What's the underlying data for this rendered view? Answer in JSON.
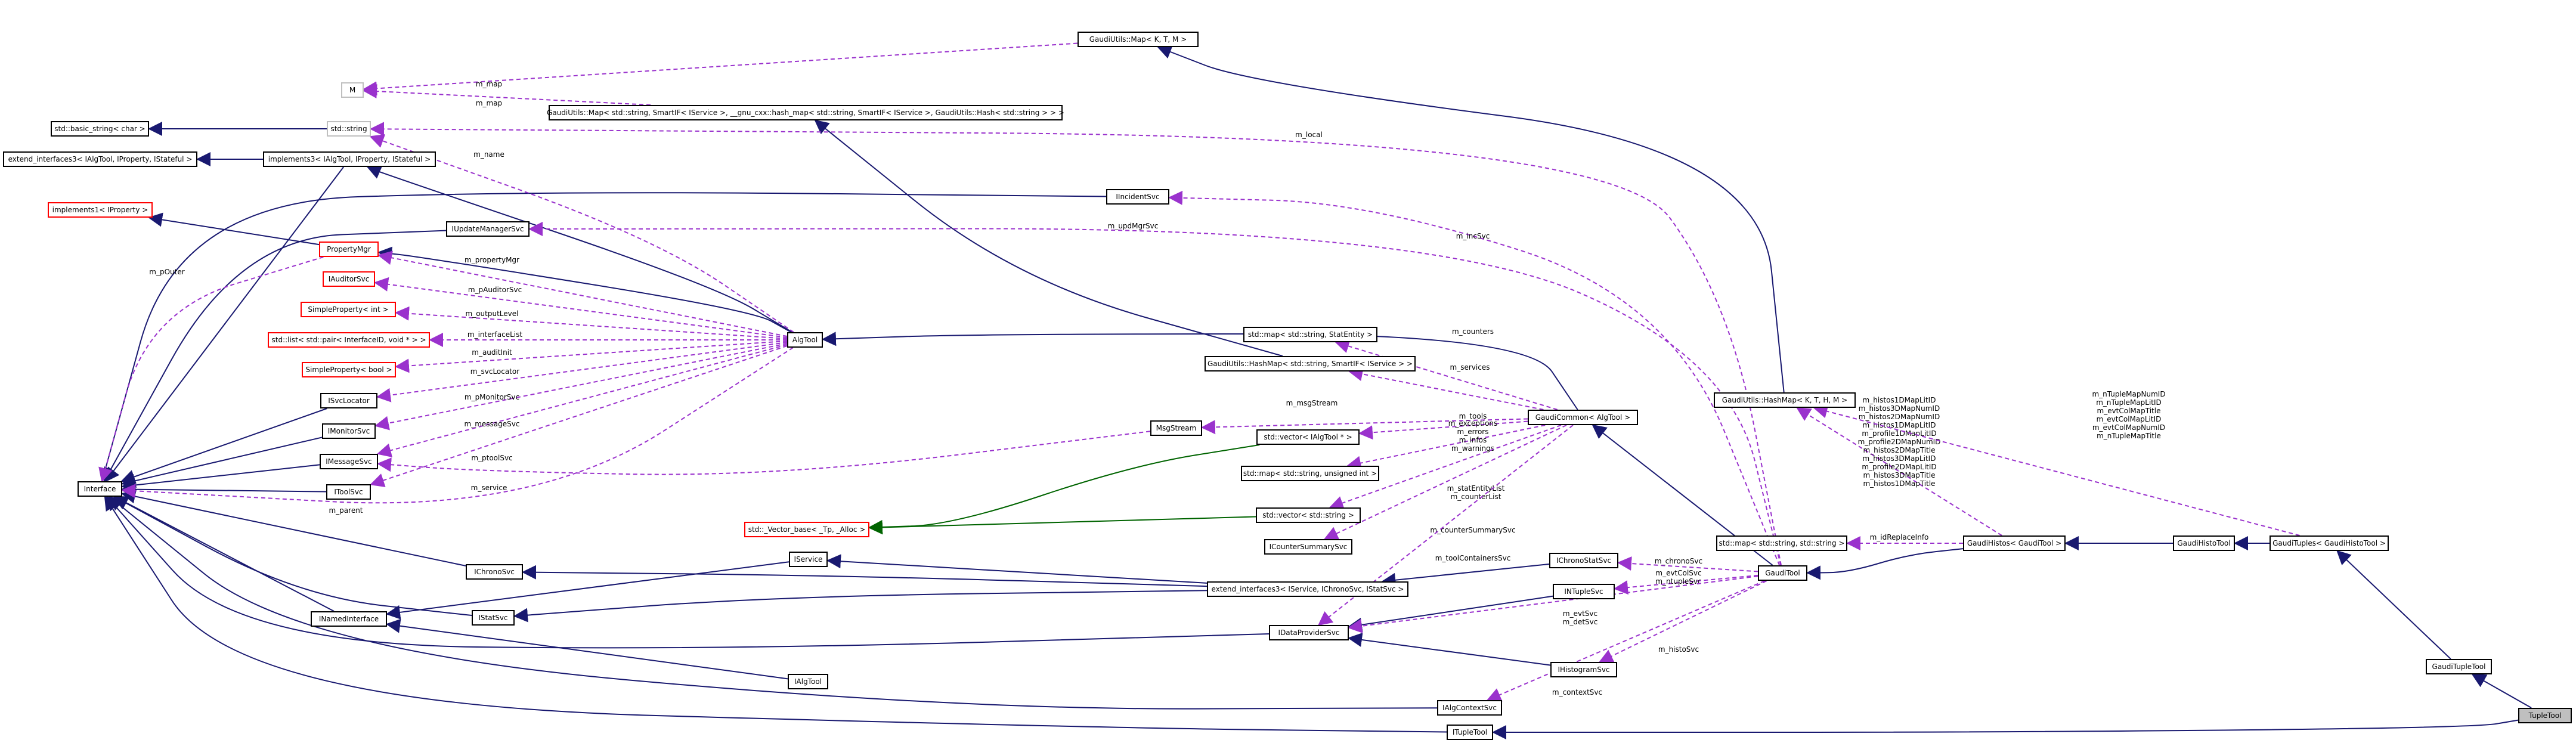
{
  "nodes": [
    {
      "id": "M",
      "label": "M",
      "style": "gray"
    },
    {
      "id": "map_generic",
      "label": "GaudiUtils::Map< K, T, M >",
      "style": "plain"
    },
    {
      "id": "map_concrete",
      "label": "GaudiUtils::Map< std::string, SmartIF< IService >, __gnu_cxx::hash_map< std::string, SmartIF< IService >, GaudiUtils::Hash< std::string > > >",
      "style": "plain"
    },
    {
      "id": "basic_string",
      "label": "std::basic_string< char >",
      "style": "plain"
    },
    {
      "id": "std_string",
      "label": "std::string",
      "style": "gray"
    },
    {
      "id": "ext_ifaces3_ialgtool",
      "label": "extend_interfaces3< IAlgTool, IProperty, IStateful >",
      "style": "plain"
    },
    {
      "id": "impl3_ialgtool",
      "label": "implements3< IAlgTool, IProperty, IStateful >",
      "style": "plain"
    },
    {
      "id": "impl1_iproperty",
      "label": "implements1< IProperty >",
      "style": "red"
    },
    {
      "id": "property_mgr",
      "label": "PropertyMgr",
      "style": "red"
    },
    {
      "id": "iupdate_mgr_svc",
      "label": "IUpdateManagerSvc",
      "style": "plain"
    },
    {
      "id": "iincident_svc",
      "label": "IIncidentSvc",
      "style": "plain"
    },
    {
      "id": "iauditor_svc",
      "label": "IAuditorSvc",
      "style": "red"
    },
    {
      "id": "simple_prop_int",
      "label": "SimpleProperty< int >",
      "style": "red"
    },
    {
      "id": "std_list_pair",
      "label": "std::list< std::pair< InterfaceID, void * > >",
      "style": "red"
    },
    {
      "id": "simple_prop_bool",
      "label": "SimpleProperty< bool >",
      "style": "red"
    },
    {
      "id": "isvc_locator",
      "label": "ISvcLocator",
      "style": "plain"
    },
    {
      "id": "imonitor_svc",
      "label": "IMonitorSvc",
      "style": "plain"
    },
    {
      "id": "imessage_svc",
      "label": "IMessageSvc",
      "style": "plain"
    },
    {
      "id": "itool_svc",
      "label": "IToolSvc",
      "style": "plain"
    },
    {
      "id": "interface",
      "label": "Interface",
      "style": "plain"
    },
    {
      "id": "algtool",
      "label": "AlgTool",
      "style": "plain"
    },
    {
      "id": "std_map_statentity",
      "label": "std::map< std::string, StatEntity >",
      "style": "plain"
    },
    {
      "id": "hashmap_smartif",
      "label": "GaudiUtils::HashMap< std::string, SmartIF< IService > >",
      "style": "plain"
    },
    {
      "id": "msgstream",
      "label": "MsgStream",
      "style": "plain"
    },
    {
      "id": "std_vector_ialgtool",
      "label": "std::vector< IAlgTool * >",
      "style": "plain"
    },
    {
      "id": "gaudi_common",
      "label": "GaudiCommon< AlgTool >",
      "style": "plain"
    },
    {
      "id": "std_map_uint",
      "label": "std::map< std::string, unsigned int >",
      "style": "plain"
    },
    {
      "id": "std_vector_base",
      "label": "std::_Vector_base< _Tp, _Alloc >",
      "style": "red"
    },
    {
      "id": "std_vector_string",
      "label": "std::vector< std::string >",
      "style": "plain"
    },
    {
      "id": "icounter_summary_svc",
      "label": "ICounterSummarySvc",
      "style": "plain"
    },
    {
      "id": "iservice",
      "label": "IService",
      "style": "plain"
    },
    {
      "id": "ichrono_svc",
      "label": "IChronoSvc",
      "style": "plain"
    },
    {
      "id": "ext_ifaces3_iservice",
      "label": "extend_interfaces3< IService, IChronoSvc, IStatSvc >",
      "style": "plain"
    },
    {
      "id": "ichrono_stat_svc",
      "label": "IChronoStatSvc",
      "style": "plain"
    },
    {
      "id": "inamed_interface",
      "label": "INamedInterface",
      "style": "plain"
    },
    {
      "id": "istat_svc",
      "label": "IStatSvc",
      "style": "plain"
    },
    {
      "id": "intuple_svc",
      "label": "INTupleSvc",
      "style": "plain"
    },
    {
      "id": "idata_provider_svc",
      "label": "IDataProviderSvc",
      "style": "plain"
    },
    {
      "id": "gaudi_tool",
      "label": "GaudiTool",
      "style": "plain"
    },
    {
      "id": "ihistogram_svc",
      "label": "IHistogramSvc",
      "style": "plain"
    },
    {
      "id": "ialgtool",
      "label": "IAlgTool",
      "style": "plain"
    },
    {
      "id": "ialg_context_svc",
      "label": "IAlgContextSvc",
      "style": "plain"
    },
    {
      "id": "ituple_tool",
      "label": "ITupleTool",
      "style": "plain"
    },
    {
      "id": "hashmap_generic",
      "label": "GaudiUtils::HashMap< K, T, H, M >",
      "style": "plain"
    },
    {
      "id": "std_map_string_string",
      "label": "std::map< std::string, std::string >",
      "style": "plain"
    },
    {
      "id": "gaudi_histos",
      "label": "GaudiHistos< GaudiTool >",
      "style": "plain"
    },
    {
      "id": "gaudi_histo_tool",
      "label": "GaudiHistoTool",
      "style": "plain"
    },
    {
      "id": "gaudi_tuples",
      "label": "GaudiTuples< GaudiHistoTool >",
      "style": "plain"
    },
    {
      "id": "gaudi_tuple_tool",
      "label": "GaudiTupleTool",
      "style": "plain"
    },
    {
      "id": "tuple_tool",
      "label": "TupleTool",
      "style": "selected"
    }
  ],
  "edge_labels": {
    "m_map1": "m_map",
    "m_map2": "m_map",
    "m_local": "m_local",
    "m_name": "m_name",
    "m_updMgrSvc": "m_updMgrSvc",
    "m_propertyMgr": "m_propertyMgr",
    "m_pAuditorSvc": "m_pAuditorSvc",
    "m_incSvc": "m_incSvc",
    "m_outputLevel": "m_outputLevel",
    "m_interfaceList": "m_interfaceList",
    "m_auditInit": "m_auditInit",
    "m_svcLocator": "m_svcLocator",
    "m_pMonitorSvc": "m_pMonitorSvc",
    "m_messageSvc": "m_messageSvc",
    "m_ptoolSvc": "m_ptoolSvc",
    "m_service": "m_service",
    "m_parent": "m_parent",
    "m_pOuter": "m_pOuter",
    "m_counters": "m_counters",
    "m_services": "m_services",
    "m_msgStream": "m_msgStream",
    "m_tools": "m_tools",
    "m_counters_group": "m_exceptions\nm_errors\nm_infos\nm_warnings",
    "m_statEntityList": "m_statEntityList\nm_counterList",
    "m_counterSummarySvc": "m_counterSummarySvc",
    "m_toolContainersSvc": "m_toolContainersSvc",
    "m_chronoSvc": "m_chronoSvc",
    "m_evtColSvc": "m_evtColSvc\nm_ntupleSvc",
    "m_evtSvc": "m_evtSvc\nm_detSvc",
    "m_histoSvc": "m_histoSvc",
    "m_contextSvc": "m_contextSvc",
    "m_idReplaceInfo": "m_idReplaceInfo",
    "m_histos_group": "m_histos1DMapLitID\nm_histos3DMapNumID\nm_histos2DMapNumID\nm_histos1DMapLitID\nm_profile1DMapLitID\nm_profile2DMapNumID\nm_histos2DMapTitle\nm_histos3DMapLitID\nm_profile2DMapLitID\nm_histos3DMapTitle\nm_histos1DMapTitle",
    "m_tuples_group": "m_nTupleMapNumID\nm_nTupleMapLitID\nm_evtColMapTitle\nm_evtColMapLitID\nm_evtColMapNumID\nm_nTupleMapTitle"
  }
}
